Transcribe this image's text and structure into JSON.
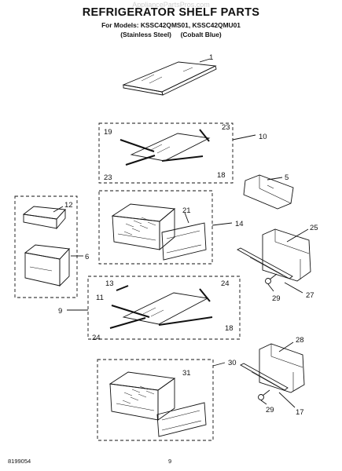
{
  "watermark": "AppliancePartsPros.com",
  "title": "REFRIGERATOR SHELF PARTS",
  "models_line": "For Models: KSSC42QMS01, KSSC42QMU01",
  "finishes_line": "(Stainless Steel)     (Cobalt Blue)",
  "callouts": {
    "c1": "1",
    "c10": "10",
    "c19": "19",
    "c23a": "23",
    "c23b": "23",
    "c18a": "18",
    "c5": "5",
    "c12": "12",
    "c6": "6",
    "c21": "21",
    "c14": "14",
    "c25": "25",
    "c29a": "29",
    "c27": "27",
    "c13": "13",
    "c24a": "24",
    "c11": "11",
    "c9": "9",
    "c24b": "24",
    "c18b": "18",
    "c28": "28",
    "c30": "30",
    "c31": "31",
    "c29b": "29",
    "c17": "17"
  },
  "footer": {
    "doc_number": "8199054",
    "page": "9"
  }
}
